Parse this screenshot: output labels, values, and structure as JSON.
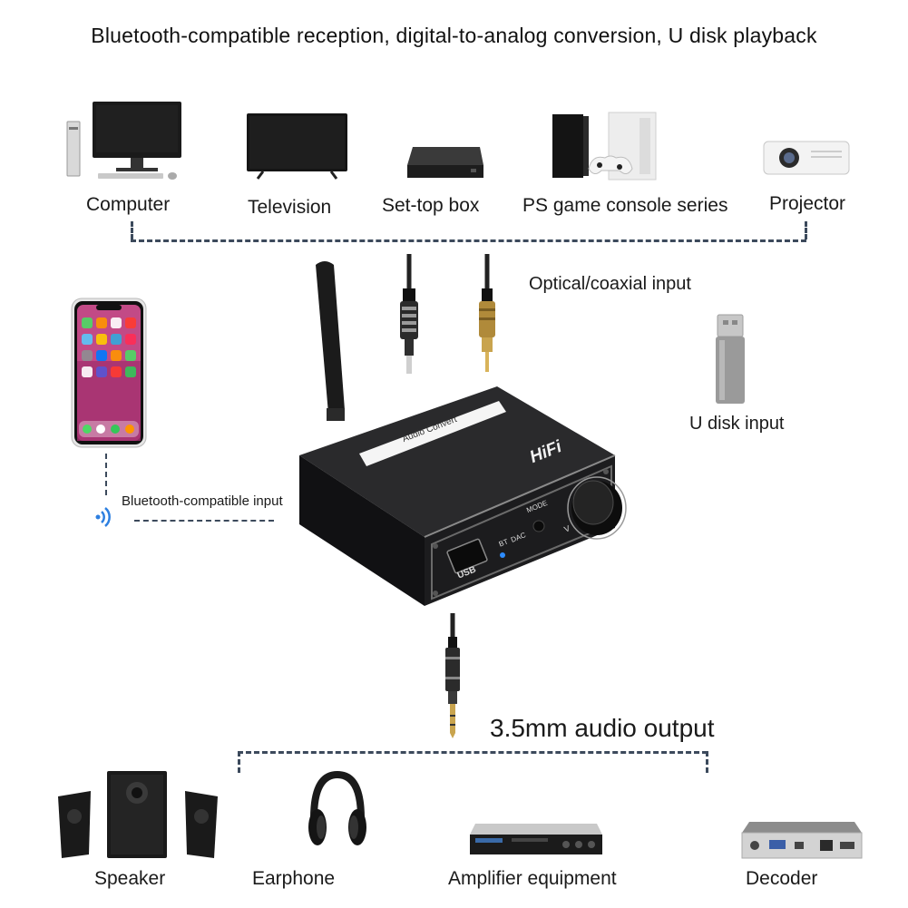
{
  "title": "Bluetooth-compatible reception, digital-to-analog conversion, U disk playback",
  "sources": {
    "computer": "Computer",
    "television": "Television",
    "settop": "Set-top box",
    "ps": "PS game console series",
    "projector": "Projector"
  },
  "inputs": {
    "optical_coaxial": "Optical/coaxial input",
    "udisk": "U disk input",
    "bluetooth": "Bluetooth-compatible input"
  },
  "device": {
    "panel_label": "Audio Convert",
    "hifi": "HiFi",
    "mode": "MODE",
    "bt": "BT",
    "dac": "DAC",
    "usb": "USB",
    "vol": "V"
  },
  "output": {
    "label": "3.5mm audio output"
  },
  "outputs": {
    "speaker": "Speaker",
    "earphone": "Earphone",
    "amplifier": "Amplifier equipment",
    "decoder": "Decoder"
  },
  "colors": {
    "dash_line": "#3c4a5c",
    "device_body": "#1c1c1e",
    "bt_led": "#2d8cff"
  }
}
